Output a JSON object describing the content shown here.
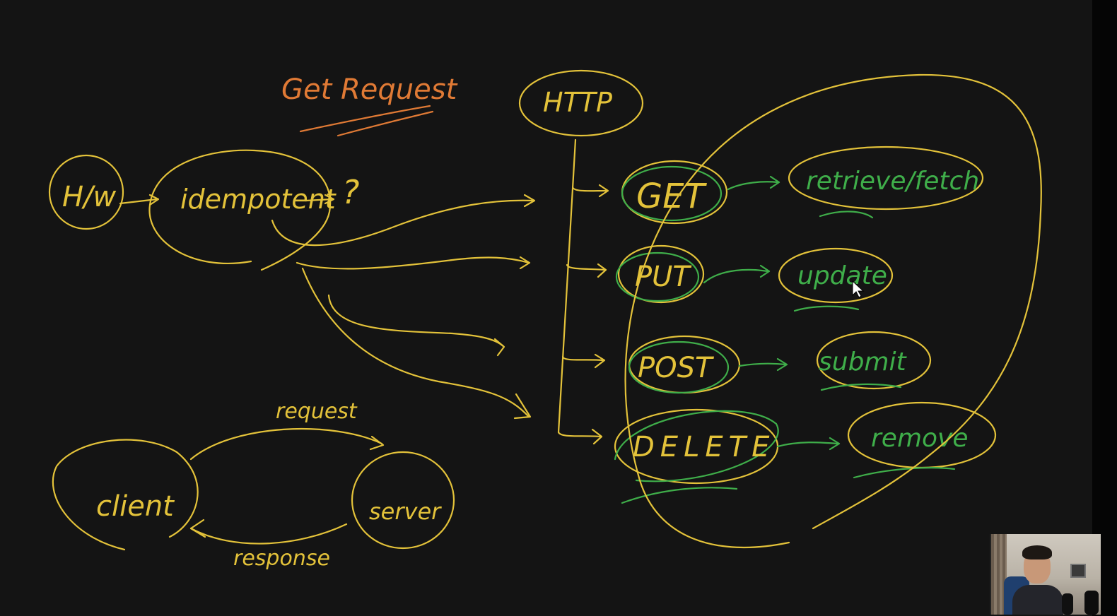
{
  "title": "Get Request",
  "http_node": "HTTP",
  "hw_node": "H/w",
  "idempotent_node": "idempotent",
  "question_mark": "?",
  "methods": [
    {
      "name": "GET",
      "action": "retrieve/fetch"
    },
    {
      "name": "PUT",
      "action": "update"
    },
    {
      "name": "POST",
      "action": "submit"
    },
    {
      "name": "DELETE",
      "action": "remove"
    }
  ],
  "client_server": {
    "client": "client",
    "server": "server",
    "request": "request",
    "response": "response"
  },
  "colors": {
    "background": "#141414",
    "yellow_ink": "#e3c23a",
    "green_ink": "#3fae4a",
    "orange_ink": "#e07a35"
  },
  "webcam": {
    "description": "presenter-webcam-overlay"
  }
}
